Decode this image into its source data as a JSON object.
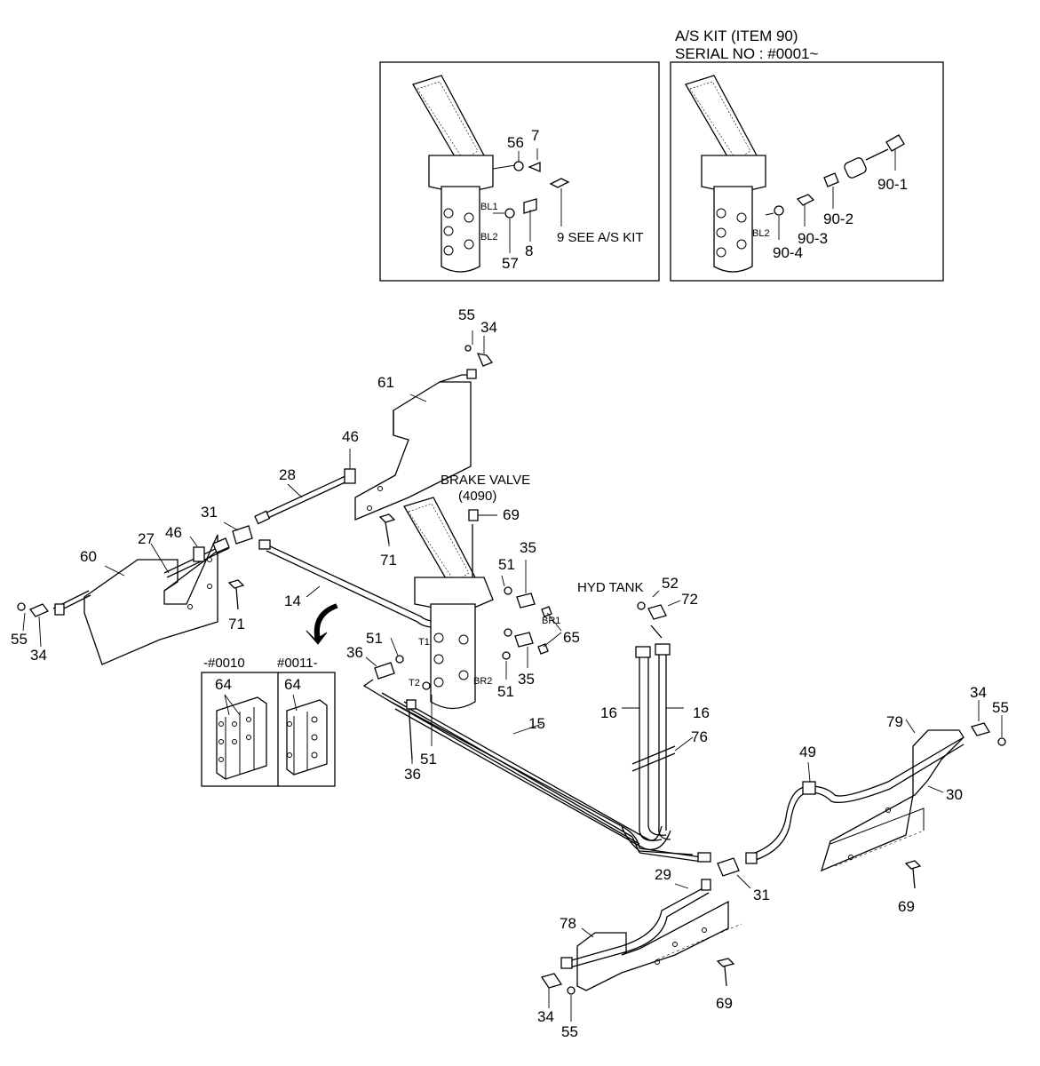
{
  "kit_title": {
    "line1": "A/S KIT (ITEM 90)",
    "line2": "SERIAL NO : #0001~"
  },
  "brake_valve": {
    "line1": "BRAKE VALVE",
    "line2": "(4090)"
  },
  "hyd_tank_label": "HYD TANK",
  "serial_boxes": {
    "left": "-#0010",
    "right": "#0011-"
  },
  "port_labels": {
    "bl1": "BL1",
    "bl2": "BL2",
    "bl2_kit": "BL2",
    "t1": "T1",
    "t2": "T2",
    "br1": "BR1",
    "br2": "BR2"
  },
  "see_kit_note": "9 SEE A/S KIT",
  "part_numbers": {
    "p56": "56",
    "p7": "7",
    "p57": "57",
    "p8": "8",
    "p90_1": "90-1",
    "p90_2": "90-2",
    "p90_3": "90-3",
    "p90_4": "90-4",
    "p55_top": "55",
    "p34_top": "34",
    "p61": "61",
    "p46_top": "46",
    "p28": "28",
    "p31_left": "31",
    "p46_left": "46",
    "p27": "27",
    "p60": "60",
    "p71_mid": "71",
    "p71_left": "71",
    "p14": "14",
    "p55_left": "55",
    "p34_left": "34",
    "p69_top": "69",
    "p35_top": "35",
    "p51_a": "51",
    "p65": "65",
    "p52": "52",
    "p72": "72",
    "p51_b": "51",
    "p36_a": "36",
    "p51_c": "51",
    "p35_b": "35",
    "p64_a": "64",
    "p64_b": "64",
    "p51_d": "51",
    "p36_b": "36",
    "p15": "15",
    "p16_a": "16",
    "p16_b": "16",
    "p76": "76",
    "p34_right": "34",
    "p55_right": "55",
    "p79": "79",
    "p49": "49",
    "p30": "30",
    "p69_right": "69",
    "p31_bottom": "31",
    "p29": "29",
    "p78": "78",
    "p69_bottom": "69",
    "p34_bottom": "34",
    "p55_bottom": "55"
  }
}
